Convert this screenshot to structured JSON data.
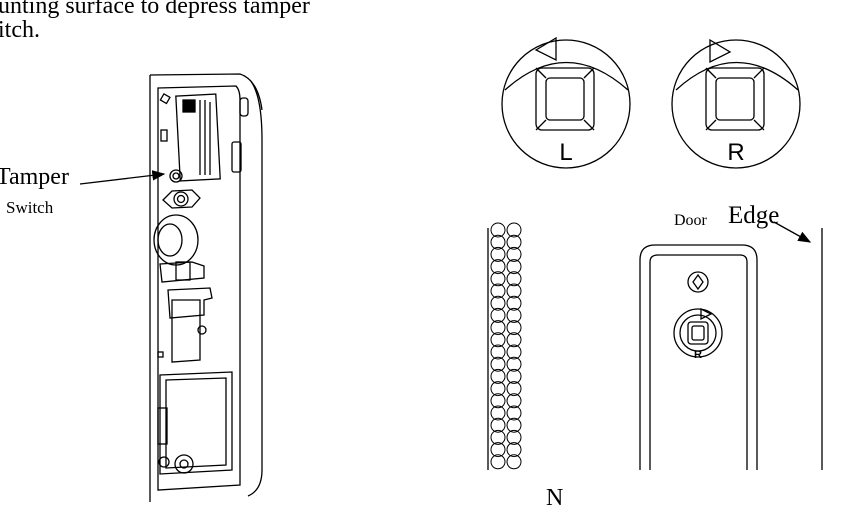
{
  "caption": {
    "top_line": "unting surface to depress tamper",
    "top_line2": "itch."
  },
  "labels": {
    "tamper": "Tamper",
    "switch": "Switch",
    "door": "Door",
    "edge": "Edge",
    "knob_left": "L",
    "knob_right": "R",
    "knob_installed": "R"
  },
  "bottom_caption": "N"
}
